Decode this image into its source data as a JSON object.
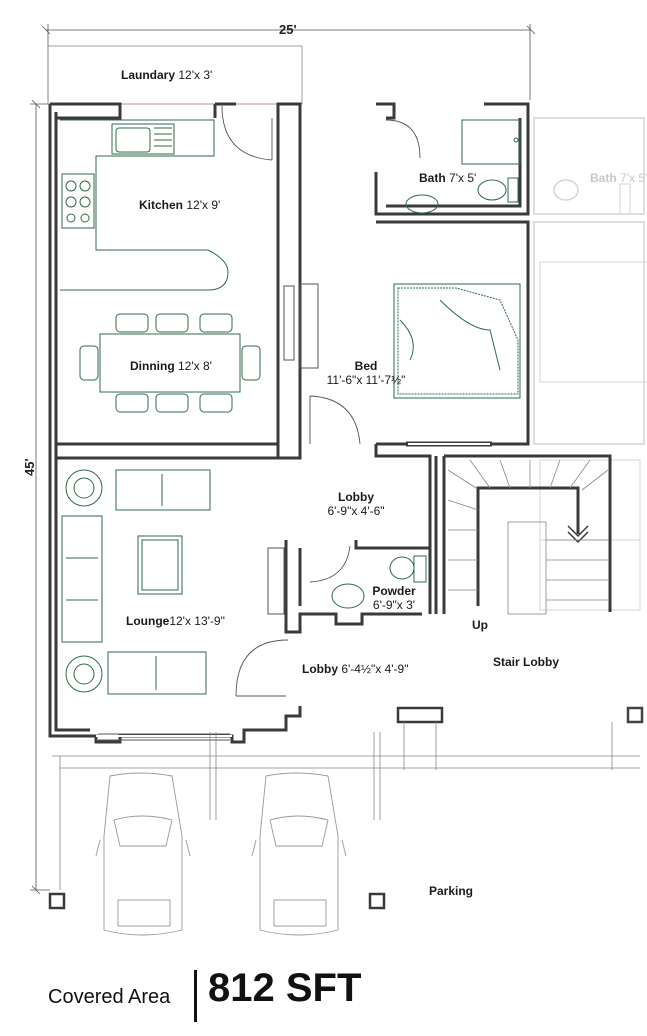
{
  "dimensions": {
    "width": "25'",
    "depth": "45'"
  },
  "rooms": {
    "laundary": {
      "name": "Laundary",
      "size": "12'x 3'"
    },
    "kitchen": {
      "name": "Kitchen",
      "size": "12'x 9'"
    },
    "dinning": {
      "name": "Dinning",
      "size": "12'x 8'"
    },
    "bath": {
      "name": "Bath",
      "size": "7'x 5'"
    },
    "bath_ghost": {
      "name": "Bath",
      "size": "7'x 5'"
    },
    "bed": {
      "name": "Bed",
      "size": "11'-6\"x 11'-7½\""
    },
    "lobby_upper": {
      "name": "Lobby",
      "size": "6'-9\"x 4'-6\""
    },
    "powder": {
      "name": "Powder",
      "size": "6'-9\"x 3'"
    },
    "lounge": {
      "name": "Lounge",
      "size": "12'x 13'-9\""
    },
    "lobby_lower": {
      "name": "Lobby",
      "size": "6'-4½\"x 4'-9\""
    },
    "stair_lobby": {
      "name": "Stair Lobby"
    },
    "up": {
      "name": "Up"
    },
    "parking": {
      "name": "Parking"
    }
  },
  "footer": {
    "label": "Covered Area",
    "value": "812 SFT"
  },
  "colors": {
    "wall": "#3a3a3a",
    "furniture": "#2e6b4a",
    "ghost": "#cfcfcf",
    "text": "#1a1a1a"
  }
}
